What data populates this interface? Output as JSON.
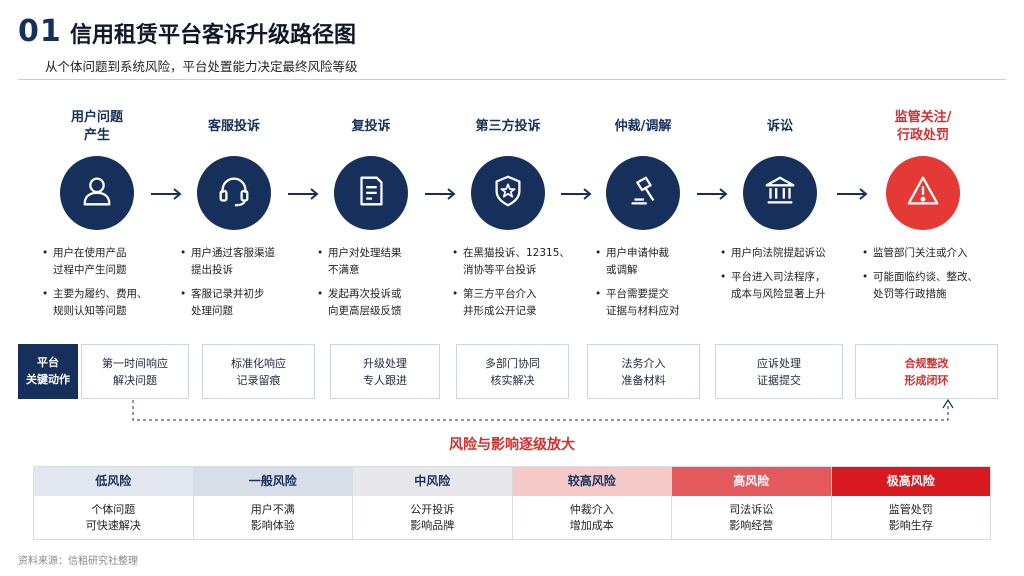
{
  "header": {
    "number": "01",
    "title": "信用租赁平台客诉升级路径图",
    "subtitle": "从个体问题到系统风险，平台处置能力决定最终风险等级"
  },
  "steps": [
    {
      "title_lines": [
        "用户问题",
        "产生"
      ],
      "icon": "user-icon",
      "bullets": [
        [
          "用户在使用产品",
          "过程中产生问题"
        ],
        [
          "主要为履约、费用、",
          "规则认知等问题"
        ]
      ]
    },
    {
      "title_lines": [
        "客服投诉"
      ],
      "icon": "headset-icon",
      "bullets": [
        [
          "用户通过客服渠道",
          "提出投诉"
        ],
        [
          "客服记录并初步",
          "处理问题"
        ]
      ]
    },
    {
      "title_lines": [
        "复投诉"
      ],
      "icon": "document-icon",
      "bullets": [
        [
          "用户对处理结果",
          "不满意"
        ],
        [
          "发起再次投诉或",
          "向更高层级反馈"
        ]
      ]
    },
    {
      "title_lines": [
        "第三方投诉"
      ],
      "icon": "shield-star-icon",
      "bullets": [
        [
          "在黑猫投诉、12315、",
          "消协等平台投诉"
        ],
        [
          "第三方平台介入",
          "并形成公开记录"
        ]
      ]
    },
    {
      "title_lines": [
        "仲裁/调解"
      ],
      "icon": "gavel-icon",
      "bullets": [
        [
          "用户申请仲裁",
          "或调解"
        ],
        [
          "平台需要提交",
          "证据与材料应对"
        ]
      ]
    },
    {
      "title_lines": [
        "诉讼"
      ],
      "icon": "courthouse-icon",
      "bullets": [
        [
          "用户向法院提起诉讼"
        ],
        [
          "平台进入司法程序，",
          "成本与风险显著上升"
        ]
      ]
    },
    {
      "title_lines": [
        "监管关注/",
        "行政处罚"
      ],
      "icon": "warning-icon",
      "bullets": [
        [
          "监管部门关注或介入"
        ],
        [
          "可能面临约谈、整改、",
          "处罚等行政措施"
        ]
      ]
    }
  ],
  "actions": {
    "label_lines": [
      "平台",
      "关键动作"
    ],
    "items": [
      [
        "第一时间响应",
        "解决问题"
      ],
      [
        "标准化响应",
        "记录留痕"
      ],
      [
        "升级处理",
        "专人跟进"
      ],
      [
        "多部门协同",
        "核实解决"
      ],
      [
        "法务介入",
        "准备材料"
      ],
      [
        "应诉处理",
        "证据提交"
      ],
      [
        "合规整改",
        "形成闭环"
      ]
    ]
  },
  "risk": {
    "title": "风险与影响逐级放大",
    "levels": [
      {
        "name": "低风险",
        "lines": [
          "个体问题",
          "可快速解决"
        ]
      },
      {
        "name": "一般风险",
        "lines": [
          "用户不满",
          "影响体验"
        ]
      },
      {
        "name": "中风险",
        "lines": [
          "公开投诉",
          "影响品牌"
        ]
      },
      {
        "name": "较高风险",
        "lines": [
          "仲裁介入",
          "增加成本"
        ]
      },
      {
        "name": "高风险",
        "lines": [
          "司法诉讼",
          "影响经营"
        ]
      },
      {
        "name": "极高风险",
        "lines": [
          "监管处罚",
          "影响生存"
        ]
      }
    ]
  },
  "colors": {
    "navy": "#16305b",
    "alert": "#e53935",
    "risk_heads": [
      "#e3e8f0",
      "#d8dee8",
      "#e8e8ec",
      "#f6c9c9",
      "#e4595c",
      "#d71920"
    ],
    "risk_head_text": [
      "#16305b",
      "#16305b",
      "#16305b",
      "#16305b",
      "#ffffff",
      "#ffffff"
    ]
  },
  "footer": "资料来源：信租研究社整理"
}
